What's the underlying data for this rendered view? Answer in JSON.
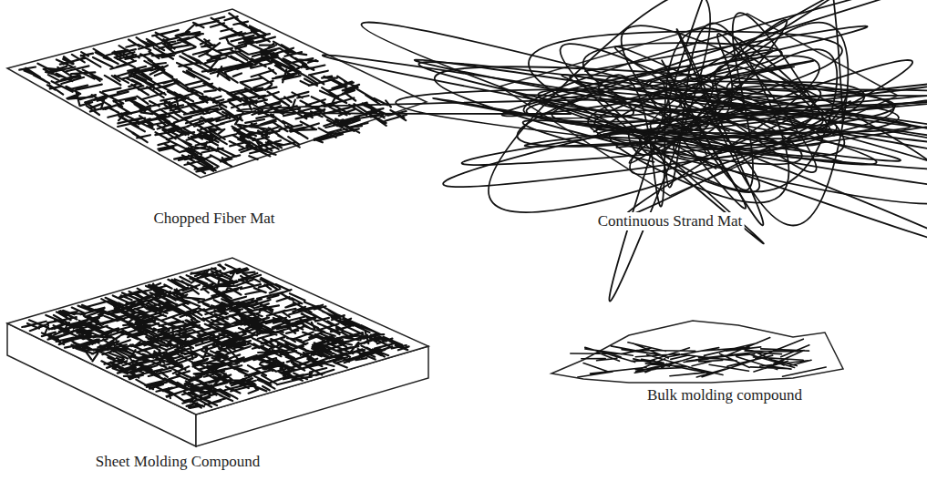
{
  "diagram": {
    "labels": [
      "Chopped Fiber Mat",
      "Continuous Strand Mat",
      "Sheet Molding Compound",
      "Bulk molding compound"
    ]
  }
}
